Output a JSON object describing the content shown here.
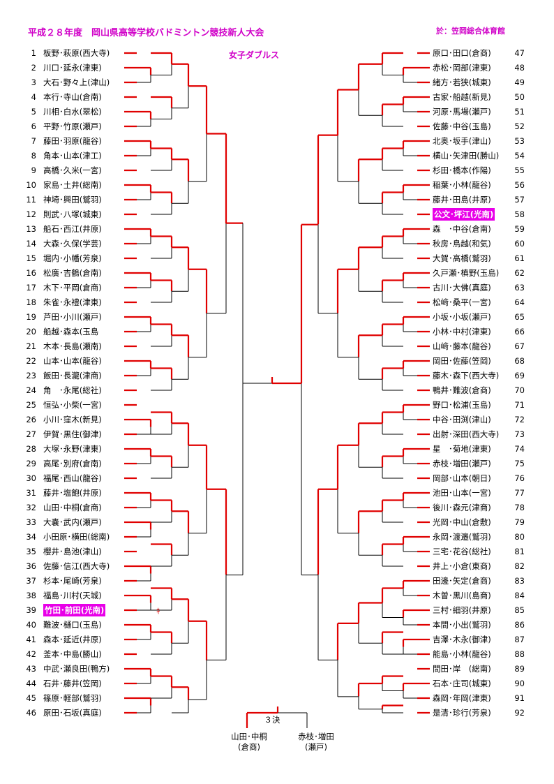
{
  "header": {
    "title": "平成２８年度　岡山県高等学校バドミントン競技新人大会",
    "venue": "於：笠岡総合体育館",
    "event": "女子ダブルス"
  },
  "colors": {
    "winner_line": "#e00000",
    "loser_line": "#000000",
    "highlight": "#e800e8",
    "heading": "#d000c8"
  },
  "left_entries": [
    {
      "no": "1",
      "name": "板野･萩原(西大寺)"
    },
    {
      "no": "2",
      "name": "川口･延永(津東)"
    },
    {
      "no": "3",
      "name": "大石･野々上(津山)"
    },
    {
      "no": "4",
      "name": "本行･寺山(倉南)"
    },
    {
      "no": "5",
      "name": "川相･白水(翠松)"
    },
    {
      "no": "6",
      "name": "平野･竹原(瀬戸)"
    },
    {
      "no": "7",
      "name": "藤田･羽原(龍谷)"
    },
    {
      "no": "8",
      "name": "角本･山本(津工)"
    },
    {
      "no": "9",
      "name": "高橋･久米(一宮)"
    },
    {
      "no": "10",
      "name": "家島･土井(総南)"
    },
    {
      "no": "11",
      "name": "神埼･興田(鷲羽)"
    },
    {
      "no": "12",
      "name": "則武･八塚(城東)"
    },
    {
      "no": "13",
      "name": "船石･西江(井原)"
    },
    {
      "no": "14",
      "name": "大森･久保(学芸)"
    },
    {
      "no": "15",
      "name": "堀内･小幡(芳泉)"
    },
    {
      "no": "16",
      "name": "松廣･吉鶴(倉南)"
    },
    {
      "no": "17",
      "name": "木下･平岡(倉商)"
    },
    {
      "no": "18",
      "name": "朱雀･永禮(津東)"
    },
    {
      "no": "19",
      "name": "芦田･小川(瀬戸)"
    },
    {
      "no": "20",
      "name": "船越･森本(玉島"
    },
    {
      "no": "21",
      "name": "木本･長島(瀬南)"
    },
    {
      "no": "22",
      "name": "山本･山本(龍谷)"
    },
    {
      "no": "23",
      "name": "飯田･長瀧(津商)"
    },
    {
      "no": "24",
      "name": "角　･永尾(総社)"
    },
    {
      "no": "25",
      "name": "恒弘･小柴(一宮)"
    },
    {
      "no": "26",
      "name": "小川･窪木(新見)"
    },
    {
      "no": "27",
      "name": "伊賀･黒住(御津)"
    },
    {
      "no": "28",
      "name": "大塚･永野(津東)"
    },
    {
      "no": "29",
      "name": "高尾･別府(倉南)"
    },
    {
      "no": "30",
      "name": "福尾･西山(龍谷)"
    },
    {
      "no": "31",
      "name": "藤井･塩飽(井原)"
    },
    {
      "no": "32",
      "name": "山田･中桐(倉商)"
    },
    {
      "no": "33",
      "name": "大嚢･武内(瀬戸)"
    },
    {
      "no": "34",
      "name": "小田原･横田(総南)"
    },
    {
      "no": "35",
      "name": "櫻井･島池(津山)"
    },
    {
      "no": "36",
      "name": "佐藤･信江(西大寺)"
    },
    {
      "no": "37",
      "name": "杉本･尾崎(芳泉)"
    },
    {
      "no": "38",
      "name": "福島･川村(天城)"
    },
    {
      "no": "39",
      "name": "竹田･前田(光南)"
    },
    {
      "no": "40",
      "name": "難波･樋口(玉島)"
    },
    {
      "no": "41",
      "name": "森本･延近(井原)"
    },
    {
      "no": "42",
      "name": "釜本･中島(勝山)"
    },
    {
      "no": "43",
      "name": "中武･瀬良田(鴨方)"
    },
    {
      "no": "44",
      "name": "石井･藤井(笠岡)"
    },
    {
      "no": "45",
      "name": "篠原･軽部(鷲羽)"
    },
    {
      "no": "46",
      "name": "原田･石坂(真庭)"
    }
  ],
  "right_entries": [
    {
      "no": "47",
      "name": "原口･田口(倉商)"
    },
    {
      "no": "48",
      "name": "赤松･岡部(津東)"
    },
    {
      "no": "49",
      "name": "緒方･若狭(城東)"
    },
    {
      "no": "50",
      "name": "古家･船越(新見)"
    },
    {
      "no": "51",
      "name": "河原･馬場(瀬戸)"
    },
    {
      "no": "52",
      "name": "佐藤･中谷(玉島)"
    },
    {
      "no": "53",
      "name": "北奥･坂手(津山)"
    },
    {
      "no": "54",
      "name": "横山･矢津田(勝山)"
    },
    {
      "no": "55",
      "name": "杉田･橋本(作陽)"
    },
    {
      "no": "56",
      "name": "稲葉･小林(龍谷)"
    },
    {
      "no": "57",
      "name": "藤井･田島(井原)"
    },
    {
      "no": "58",
      "name": "公文･坪江(光南)"
    },
    {
      "no": "59",
      "name": "森　･中谷(倉南)"
    },
    {
      "no": "60",
      "name": "秋房･鳥越(和気)"
    },
    {
      "no": "61",
      "name": "大賀･高橋(鷲羽)"
    },
    {
      "no": "62",
      "name": "久戸瀬･槙野(玉島)"
    },
    {
      "no": "63",
      "name": "古川･大佛(真庭)"
    },
    {
      "no": "64",
      "name": "松﨑･桑平(一宮)"
    },
    {
      "no": "65",
      "name": "小坂･小坂(瀬戸)"
    },
    {
      "no": "66",
      "name": "小林･中村(津東)"
    },
    {
      "no": "67",
      "name": "山﨑･藤本(龍谷)"
    },
    {
      "no": "68",
      "name": "岡田･佐藤(笠岡)"
    },
    {
      "no": "69",
      "name": "藤木･森下(西大寺)"
    },
    {
      "no": "70",
      "name": "鴨井･難波(倉商)"
    },
    {
      "no": "71",
      "name": "野口･松浦(玉島)"
    },
    {
      "no": "72",
      "name": "中谷･田渕(津山)"
    },
    {
      "no": "73",
      "name": "出射･深田(西大寺)"
    },
    {
      "no": "74",
      "name": "星　･菊地(津東)"
    },
    {
      "no": "75",
      "name": "赤枝･増田(瀬戸)"
    },
    {
      "no": "76",
      "name": "岡部･山本(朝日)"
    },
    {
      "no": "77",
      "name": "池田･山本(一宮)"
    },
    {
      "no": "78",
      "name": "後川･森元(津商)"
    },
    {
      "no": "79",
      "name": "光岡･中山(倉敷)"
    },
    {
      "no": "80",
      "name": "永岡･渡邉(鷲羽)"
    },
    {
      "no": "81",
      "name": "三宅･花谷(総社)"
    },
    {
      "no": "82",
      "name": "井上･小倉(東商)"
    },
    {
      "no": "83",
      "name": "田邊･矢定(倉商)"
    },
    {
      "no": "84",
      "name": "木曽･黒川(島商)"
    },
    {
      "no": "85",
      "name": "三村･細羽(井原)"
    },
    {
      "no": "86",
      "name": "本間･小出(鷲羽)"
    },
    {
      "no": "87",
      "name": "吉澤･木永(御津)"
    },
    {
      "no": "88",
      "name": "能島･小林(龍谷)"
    },
    {
      "no": "89",
      "name": "間田･岸　(総南)"
    },
    {
      "no": "90",
      "name": "石本･庄司(城東)"
    },
    {
      "no": "91",
      "name": "森岡･年岡(津東)"
    },
    {
      "no": "92",
      "name": "是清･珍行(芳泉)"
    }
  ],
  "highlighted": [
    "39",
    "58"
  ],
  "third_place": {
    "label": "３決",
    "left_name": "山田･中桐",
    "left_school": "(倉商)",
    "right_name": "赤枝･増田",
    "right_school": "(瀬戸)"
  },
  "mark_39": "ｷ"
}
